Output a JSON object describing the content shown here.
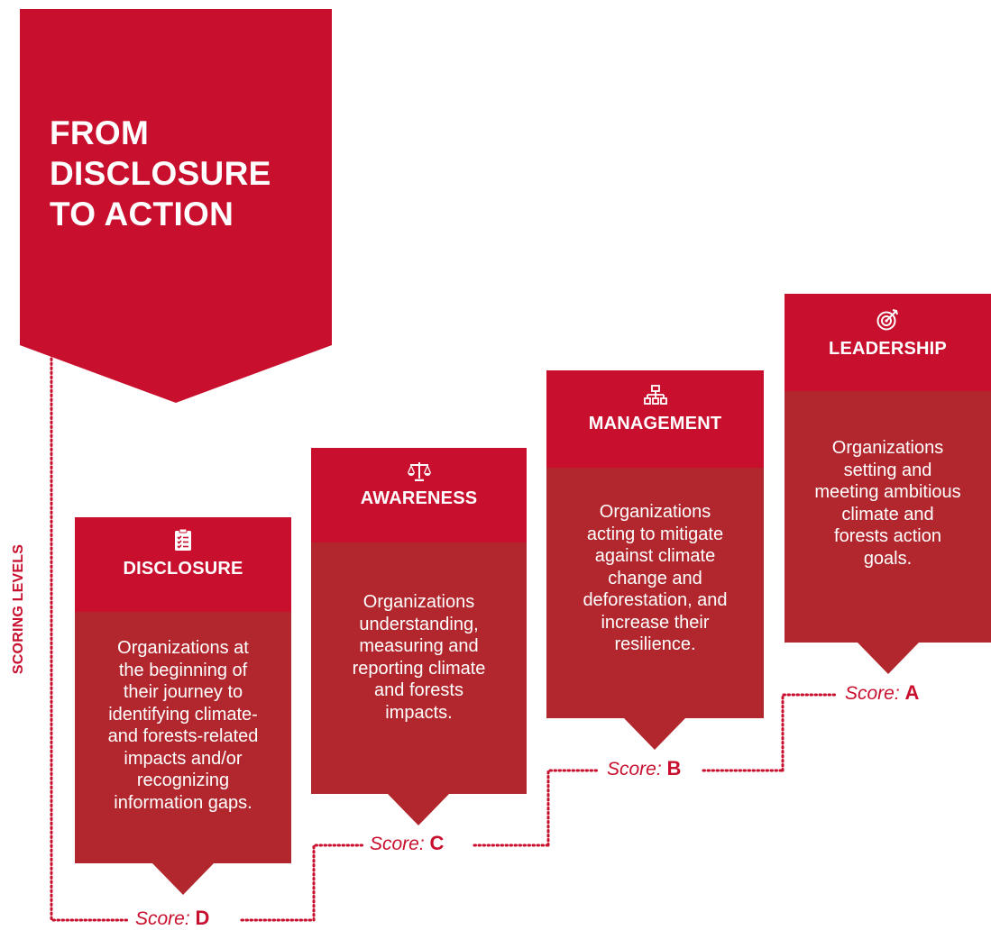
{
  "banner": {
    "title_lines": [
      "FROM",
      "DISCLOSURE",
      "TO ACTION"
    ]
  },
  "side_label": "SCORING LEVELS",
  "colors": {
    "header": "#c8102e",
    "body": "#b1272d",
    "text": "#ffffff",
    "accent": "#c8102e"
  },
  "levels": [
    {
      "id": "disclosure",
      "icon": "clipboard-checklist-icon",
      "title": "DISCLOSURE",
      "description": [
        "Organizations at",
        "the beginning of",
        "their journey to",
        "identifying climate-",
        "and forests-related",
        "impacts and/or",
        "recognizing",
        "information gaps."
      ],
      "score_label": "Score:",
      "grade": "D"
    },
    {
      "id": "awareness",
      "icon": "balance-scale-icon",
      "title": "AWARENESS",
      "description": [
        "Organizations",
        "understanding,",
        "measuring and",
        "reporting climate",
        "and forests",
        "impacts."
      ],
      "score_label": "Score:",
      "grade": "C"
    },
    {
      "id": "management",
      "icon": "org-chart-icon",
      "title": "MANAGEMENT",
      "description": [
        "Organizations",
        "acting to mitigate",
        "against climate",
        "change and",
        "deforestation, and",
        "increase their",
        "resilience."
      ],
      "score_label": "Score:",
      "grade": "B"
    },
    {
      "id": "leadership",
      "icon": "target-arrow-icon",
      "title": "LEADERSHIP",
      "description": [
        "Organizations",
        "setting and",
        "meeting ambitious",
        "climate and",
        "forests action",
        "goals."
      ],
      "score_label": "Score:",
      "grade": "A"
    }
  ]
}
